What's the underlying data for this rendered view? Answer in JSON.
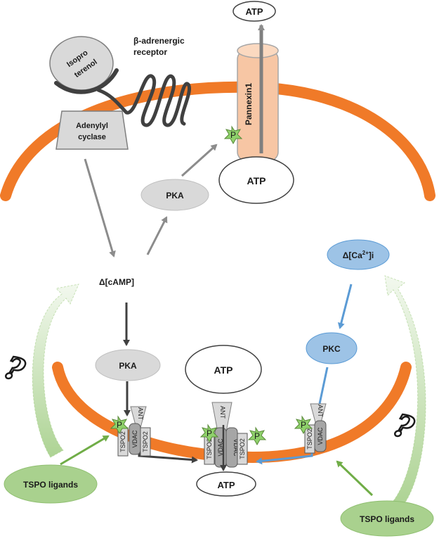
{
  "labels": {
    "atp_out": "ATP",
    "isoproterenol_line1": "Isopro",
    "isoproterenol_line2": "terenol",
    "receptor_line1": "β-adrenergic",
    "receptor_line2": "receptor",
    "adenylyl_line1": "Adenylyl",
    "adenylyl_line2": "cyclase",
    "pannexin": "Pannexin1",
    "phospho": "P",
    "atp_cell": "ATP",
    "pka_top": "PKA",
    "camp": "Δ[cAMP]",
    "calcium_prefix": "Δ[Ca",
    "calcium_sup": "2+",
    "calcium_suffix": "]i",
    "pkc": "PKC",
    "pka_bottom": "PKA",
    "atp_mito_top": "ATP",
    "atp_mito_bottom": "ATP",
    "question_mark": "?",
    "tspo_ligands": "TSPO ligands",
    "tspo2": "TSPO2",
    "vdac": "VDAC",
    "ant": "ANT"
  },
  "colors": {
    "membrane": "#f07a28",
    "pannexin_fill": "#f7c6a4",
    "gray_node": "#d9d9d9",
    "blue_node": "#9dc3e6",
    "green_node": "#a9d18e",
    "gray_arrow": "#8c8c8c",
    "dark_arrow": "#404040",
    "blue_arrow": "#5b9bd5",
    "green_arrow": "#70ad47",
    "phospho_fill": "#8fd16b"
  }
}
